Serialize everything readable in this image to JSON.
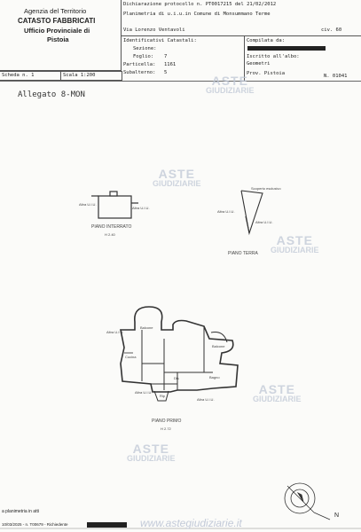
{
  "header": {
    "agency_line1": "Agenzia del Territorio",
    "agency_line2": "CATASTO FABBRICATI",
    "agency_line3": "Ufficio Provinciale di",
    "agency_line4": "Pistoia",
    "declaration": "Dichiarazione protocollo n. PT0017215 del 21/02/2012",
    "plan_title": "Planimetria di u.i.u.in Comune di Monsummano Terme",
    "address": "Via Lorenzo Ventavoli",
    "civ": "civ. 60",
    "ident_title": "Identificativi Catastali:",
    "sezione_label": "Sezione:",
    "foglio_label": "Foglio:",
    "foglio_value": "7",
    "particella_label": "Particella:",
    "particella_value": "1161",
    "subalterno_label": "Subalterno:",
    "subalterno_value": "5",
    "compilata_label": "Compilata da:",
    "iscritto_label": "Iscritto all'albo:",
    "iscritto_value": "Geometri",
    "prov_label": "Prov. Pistoia",
    "n_label": "N. 01041",
    "scheda": "Scheda n. 1",
    "scala": "Scala 1:200"
  },
  "allegato": "Allegato 8-MON",
  "plans": {
    "interrato_title": "PIANO INTERRATO",
    "interrato_h": "H 2.40",
    "terra_title": "PIANO TERRA",
    "terra_note": "Scoperto esclusivo",
    "primo_title": "PIANO PRIMO",
    "primo_h": "H 2.72",
    "altra_ui": "Altra U.I.U.",
    "balcone": "Balcone",
    "cucina": "Cucina",
    "bagno": "Bagno",
    "disimpegno": "Dis",
    "ripostiglio": "Rip"
  },
  "watermark": {
    "aste": "ASTE",
    "giudiziarie": "GIUDIZIARIE",
    "url": "www.astegiudiziarie.it"
  },
  "footer": {
    "line1": "a planimetria in atti",
    "line2": "10/03/2025 - n. T00679 - Richiedente",
    "compass": "N"
  }
}
